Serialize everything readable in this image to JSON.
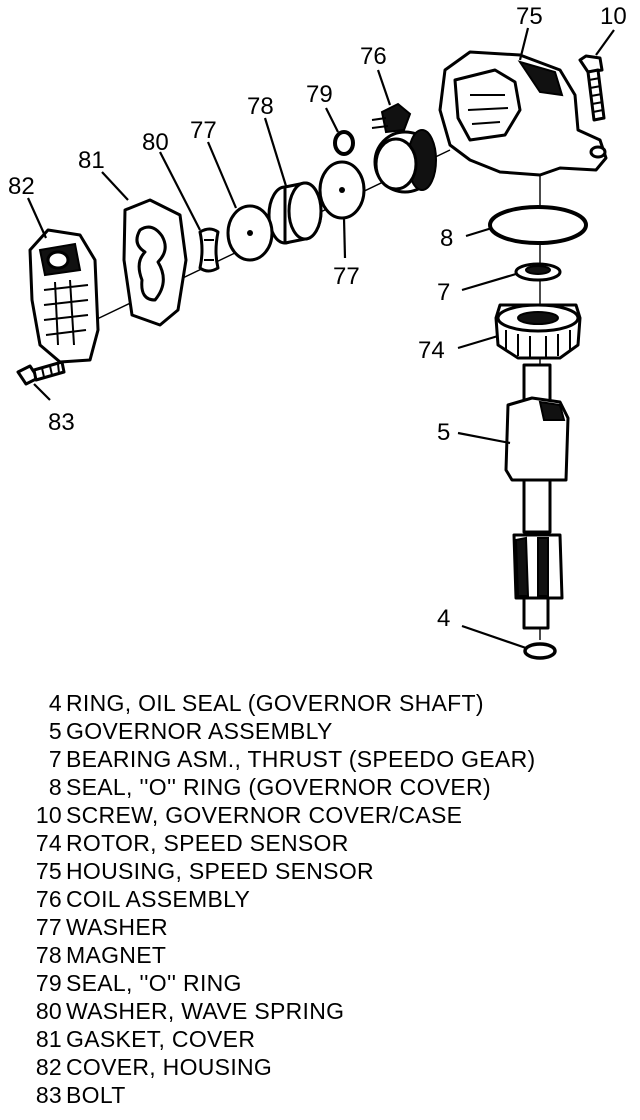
{
  "callouts": {
    "c75": "75",
    "c10": "10",
    "c76": "76",
    "c79": "79",
    "c78": "78",
    "c77a": "77",
    "c80": "80",
    "c81": "81",
    "c82": "82",
    "c83": "83",
    "c77b": "77",
    "c8": "8",
    "c7": "7",
    "c74": "74",
    "c5": "5",
    "c4": "4"
  },
  "legend": [
    {
      "num": "4",
      "desc": "RING, OIL SEAL (GOVERNOR SHAFT)"
    },
    {
      "num": "5",
      "desc": "GOVERNOR ASSEMBLY"
    },
    {
      "num": "7",
      "desc": "BEARING ASM., THRUST (SPEEDO GEAR)"
    },
    {
      "num": "8",
      "desc": "SEAL, ''O'' RING (GOVERNOR COVER)"
    },
    {
      "num": "10",
      "desc": "SCREW, GOVERNOR COVER/CASE"
    },
    {
      "num": "74",
      "desc": "ROTOR, SPEED SENSOR"
    },
    {
      "num": "75",
      "desc": "HOUSING, SPEED SENSOR"
    },
    {
      "num": "76",
      "desc": "COIL ASSEMBLY"
    },
    {
      "num": "77",
      "desc": "WASHER"
    },
    {
      "num": "78",
      "desc": "MAGNET"
    },
    {
      "num": "79",
      "desc": "SEAL, ''O'' RING"
    },
    {
      "num": "80",
      "desc": "WASHER, WAVE SPRING"
    },
    {
      "num": "81",
      "desc": "GASKET, COVER"
    },
    {
      "num": "82",
      "desc": "COVER, HOUSING"
    },
    {
      "num": "83",
      "desc": "BOLT"
    }
  ]
}
